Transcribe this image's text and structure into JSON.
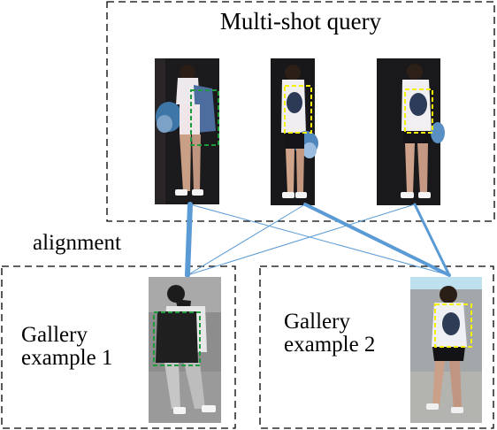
{
  "query_box": {
    "title": "Multi-shot query"
  },
  "alignment_label": "alignment",
  "gallery": [
    {
      "line1": "Gallery",
      "line2": "example 1"
    },
    {
      "line1": "Gallery",
      "line2": "example 2"
    }
  ],
  "colors": {
    "box_border": "#000000",
    "link": "#5b9bd5",
    "green_roi": "#1e9b3c",
    "yellow_roi": "#f5ef00"
  }
}
